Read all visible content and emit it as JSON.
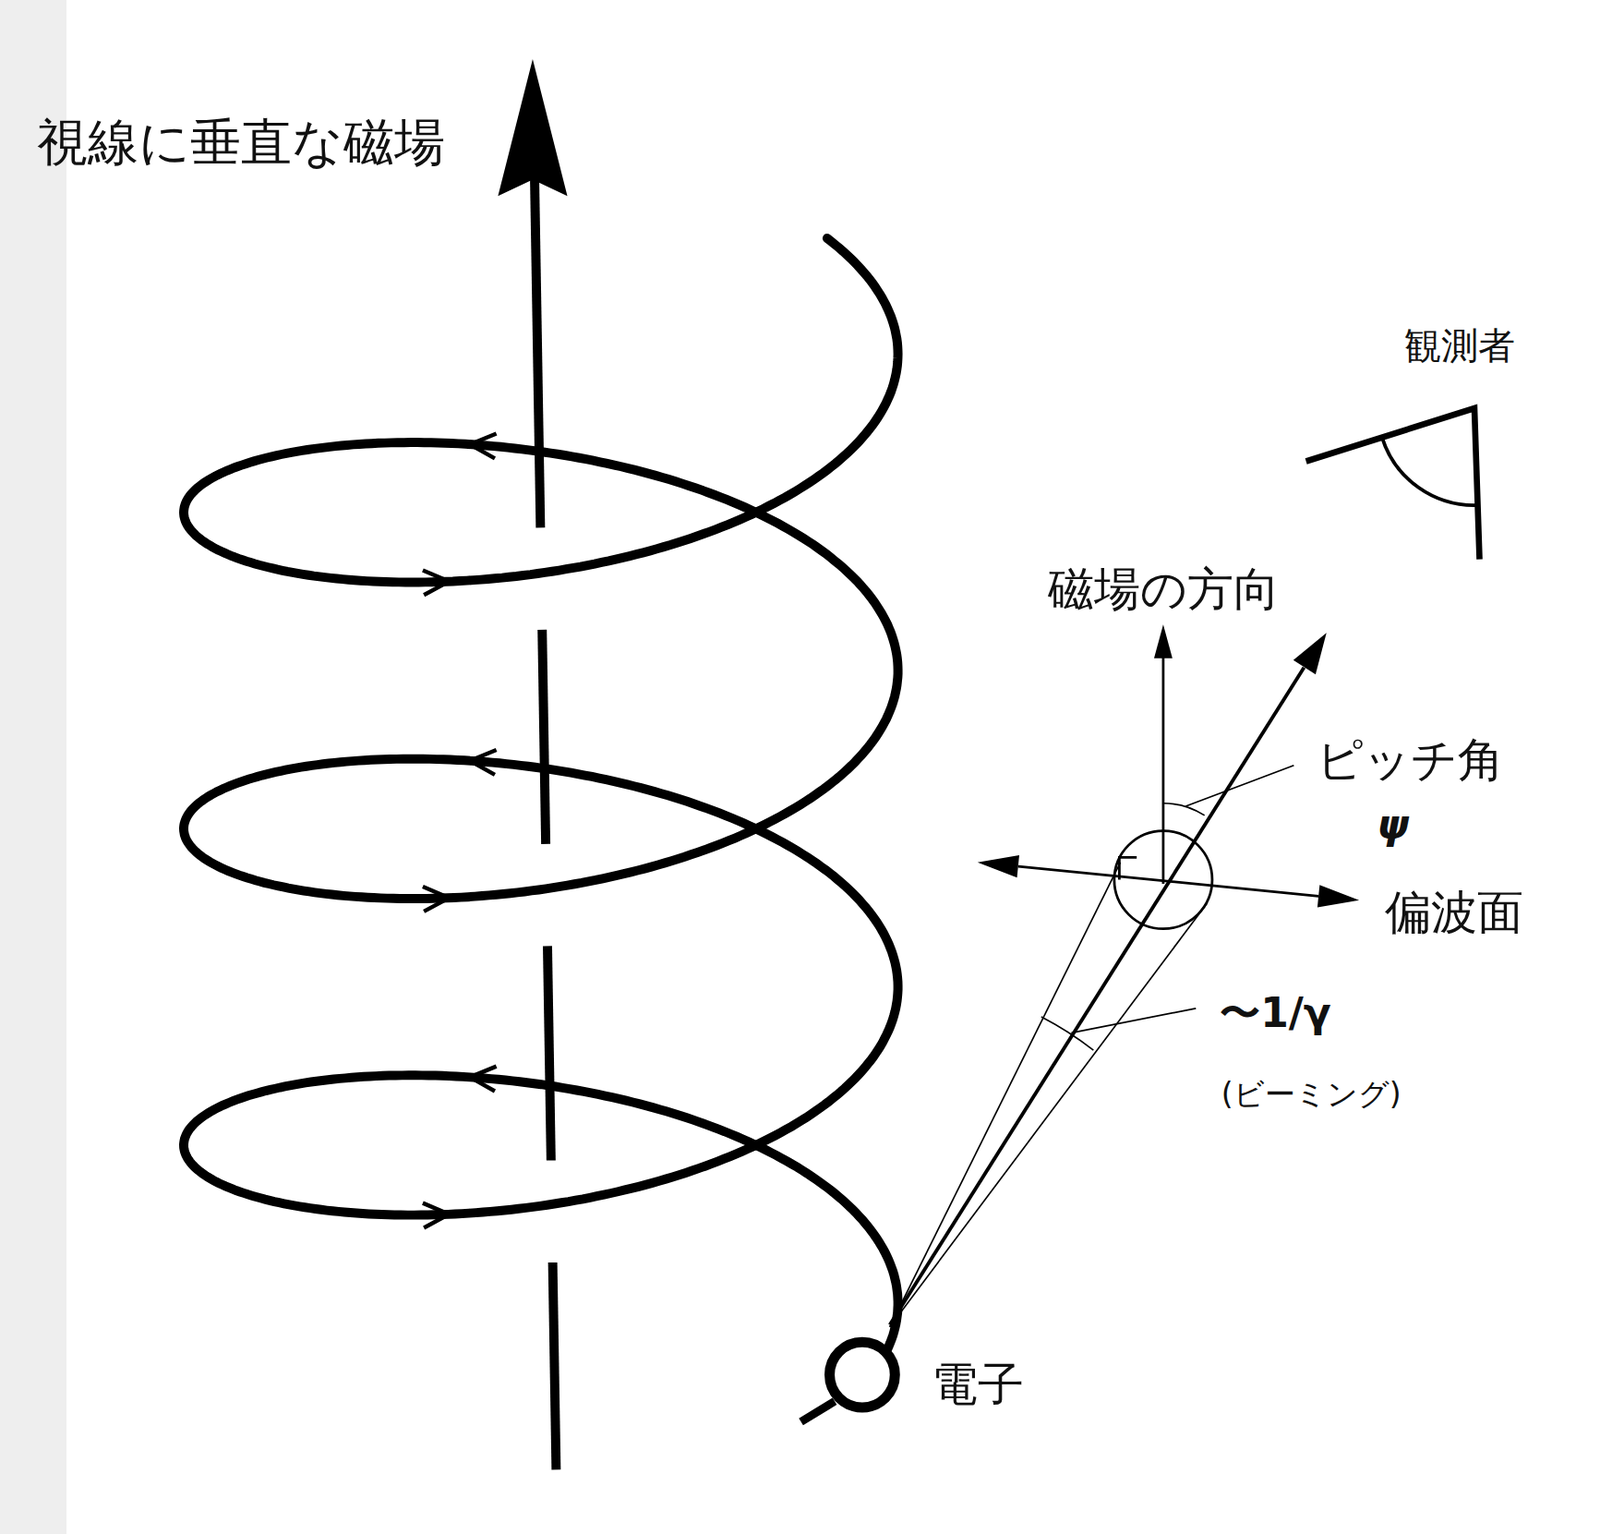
{
  "diagram": {
    "labels": [
      "視線に垂直な磁場",
      "観測者",
      "磁場の方向",
      "ピッチ角",
      "ψ",
      "偏波面",
      "〜1/γ",
      "(ビーミング)",
      "電子"
    ]
  }
}
